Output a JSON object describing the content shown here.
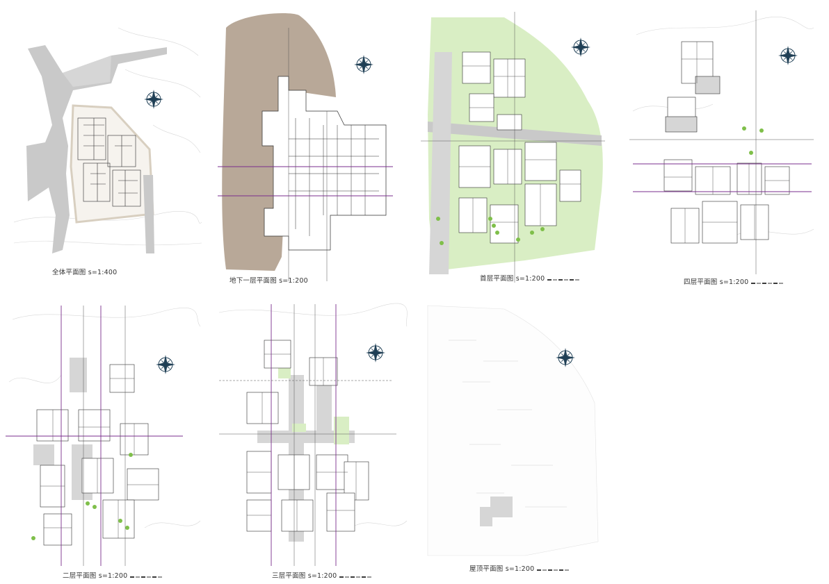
{
  "sheet": {
    "colors": {
      "line": "#2c2c2c",
      "contour": "#cfcfcf",
      "road": "#c9c9c9",
      "earth": "#b8a898",
      "green": "#d9eec4",
      "tree": "#7fbf4a",
      "section_line": "#7a2e8c",
      "fill_gray": "#d6d6d6",
      "compass": "#1f3f55"
    },
    "icons": [
      "compass-rose-icon",
      "scale-bar-icon",
      "tree-symbol-icon"
    ]
  },
  "panels": [
    {
      "id": "site",
      "caption": "全体平面图 s=1:400"
    },
    {
      "id": "basement",
      "caption": "地下一层平面图 s=1:200"
    },
    {
      "id": "ground",
      "caption": "首层平面图 s=1:200"
    },
    {
      "id": "fourth",
      "caption": "四层平面图 s=1:200"
    },
    {
      "id": "second",
      "caption": "二层平面图 s=1:200"
    },
    {
      "id": "third",
      "caption": "三层平面图 s=1:200"
    },
    {
      "id": "roof",
      "caption": "屋顶平面图 s=1:200"
    }
  ]
}
